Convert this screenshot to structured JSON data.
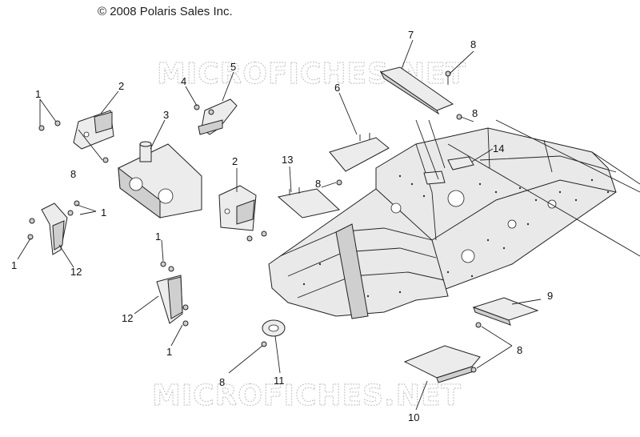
{
  "copyright": "© 2008 Polaris Sales Inc.",
  "watermarks": [
    "MICROFICHES.NET",
    "MICROFICHES.NET"
  ],
  "callouts": [
    {
      "id": "c1a",
      "label": "1"
    },
    {
      "id": "c2a",
      "label": "2"
    },
    {
      "id": "c3",
      "label": "3"
    },
    {
      "id": "c4",
      "label": "4"
    },
    {
      "id": "c5",
      "label": "5"
    },
    {
      "id": "c6",
      "label": "6"
    },
    {
      "id": "c7",
      "label": "7"
    },
    {
      "id": "c8a",
      "label": "8"
    },
    {
      "id": "c8b",
      "label": "8"
    },
    {
      "id": "c8c",
      "label": "8"
    },
    {
      "id": "c14",
      "label": "14"
    },
    {
      "id": "c2b",
      "label": "2"
    },
    {
      "id": "c13",
      "label": "13"
    },
    {
      "id": "c8d",
      "label": "8"
    },
    {
      "id": "c1b",
      "label": "1"
    },
    {
      "id": "c1c",
      "label": "1"
    },
    {
      "id": "c12a",
      "label": "12"
    },
    {
      "id": "c1d",
      "label": "1"
    },
    {
      "id": "c12b",
      "label": "12"
    },
    {
      "id": "c1e",
      "label": "1"
    },
    {
      "id": "c9",
      "label": "9"
    },
    {
      "id": "c8e",
      "label": "8"
    },
    {
      "id": "c8f",
      "label": "8"
    },
    {
      "id": "c11",
      "label": "11"
    },
    {
      "id": "c10",
      "label": "10"
    }
  ]
}
